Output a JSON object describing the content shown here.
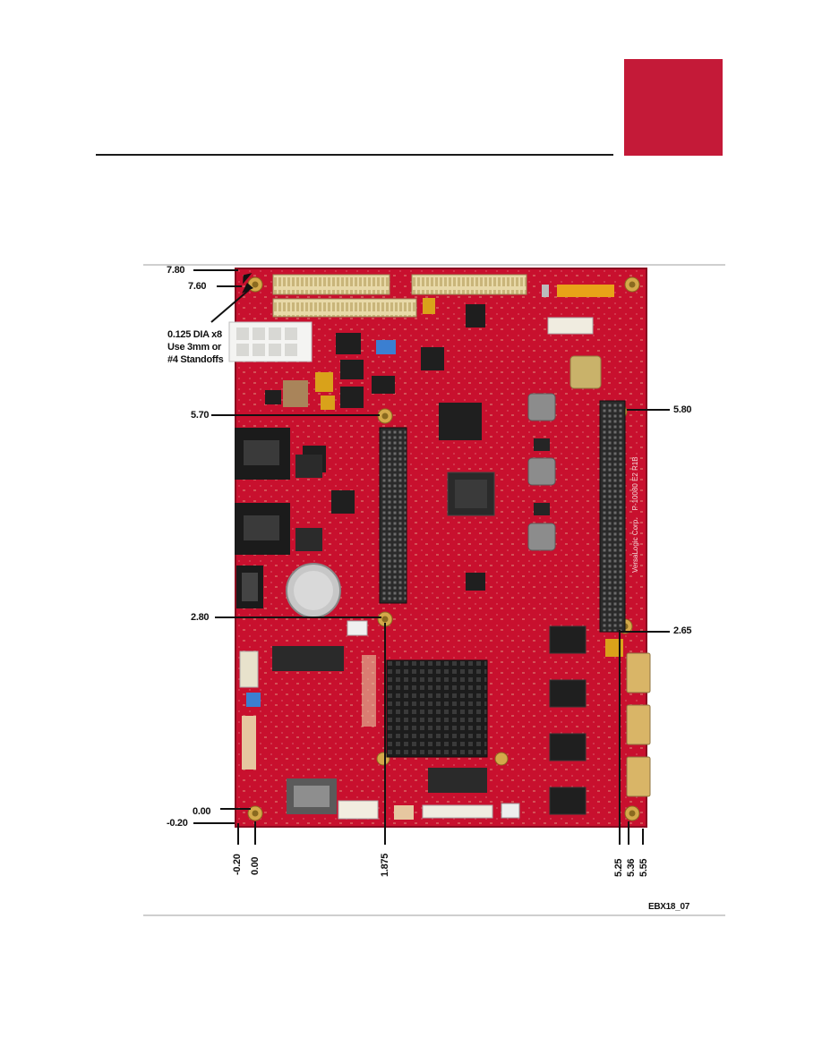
{
  "page": {
    "accent_color": "#c41a38"
  },
  "figure": {
    "id": "EBX18_07",
    "board_color": "#c8102e",
    "mount_note": {
      "line1": "0.125 DIA x8",
      "line2": "Use 3mm or",
      "line3": "#4 Standoffs"
    },
    "dims_left": {
      "top_edge": "7.80",
      "top_hole": "7.60",
      "mid_upper": "5.70",
      "mid_lower": "2.80",
      "bottom_hole": "0.00",
      "bottom_edge": "-0.20"
    },
    "dims_right": {
      "upper": "5.80",
      "lower": "2.65"
    },
    "dims_bottom": {
      "d1": "-0.20",
      "d2": "0.00",
      "d3": "1.875",
      "d4": "5.25",
      "d5": "5.36",
      "d6": "5.55"
    },
    "silkscreen": {
      "maker": "VersaLogic Corp.",
      "part": "P-10080 E2 R1B"
    }
  }
}
